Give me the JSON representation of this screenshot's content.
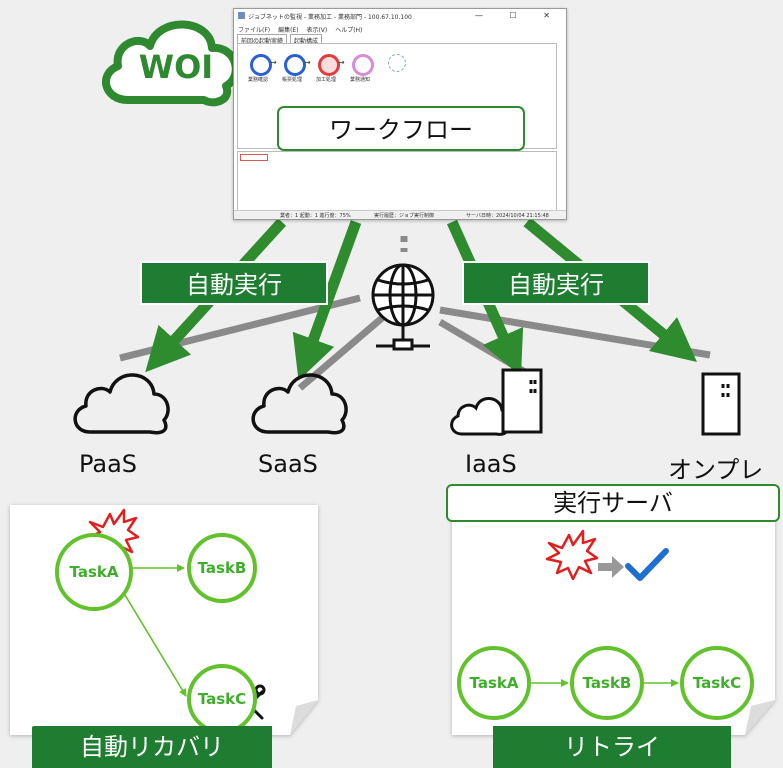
{
  "logo": {
    "text": "WOI"
  },
  "app_window": {
    "title": "ジョブネットの監視 - 業務加工 - 業務部門 - 100.67.10.100",
    "controls": "— ☐ ✕",
    "menu": [
      "ファイル(F)",
      "編集(E)",
      "表示(V)",
      "ヘルプ(H)"
    ],
    "tabs": [
      "前回の起動実績",
      "起動構成"
    ],
    "nodes": [
      {
        "label": "業務確認",
        "color": "#2a5fd6"
      },
      {
        "label": "帳票処理",
        "color": "#2a5fd6"
      },
      {
        "label": "加工処理",
        "color": "#e23b3b"
      },
      {
        "label": "業務通知",
        "color": "#d98ad9"
      }
    ],
    "status": [
      "業者：1 起動：1 進行度：75%",
      "実行履歴：ジョブ実行制御",
      "サーバ日時：2024/10/04 21:15:48"
    ]
  },
  "workflow_label": "ワークフロー",
  "auto_exec_left": "自動実行",
  "auto_exec_right": "自動実行",
  "environments": [
    "PaaS",
    "SaaS",
    "IaaS",
    "オンプレ"
  ],
  "exec_server_label": "実行サーバ",
  "recovery": {
    "tasks": [
      "TaskA",
      "TaskB",
      "TaskC"
    ],
    "label": "自動リカバリ"
  },
  "retry": {
    "tasks": [
      "TaskA",
      "TaskB",
      "TaskC"
    ],
    "label": "リトライ"
  },
  "colors": {
    "brand_green": "#1e7d30",
    "arrow_green": "#2e8b2e",
    "task_green": "#62c22c",
    "network_gray": "#8a8a8a",
    "check_blue": "#1f6fd1"
  }
}
